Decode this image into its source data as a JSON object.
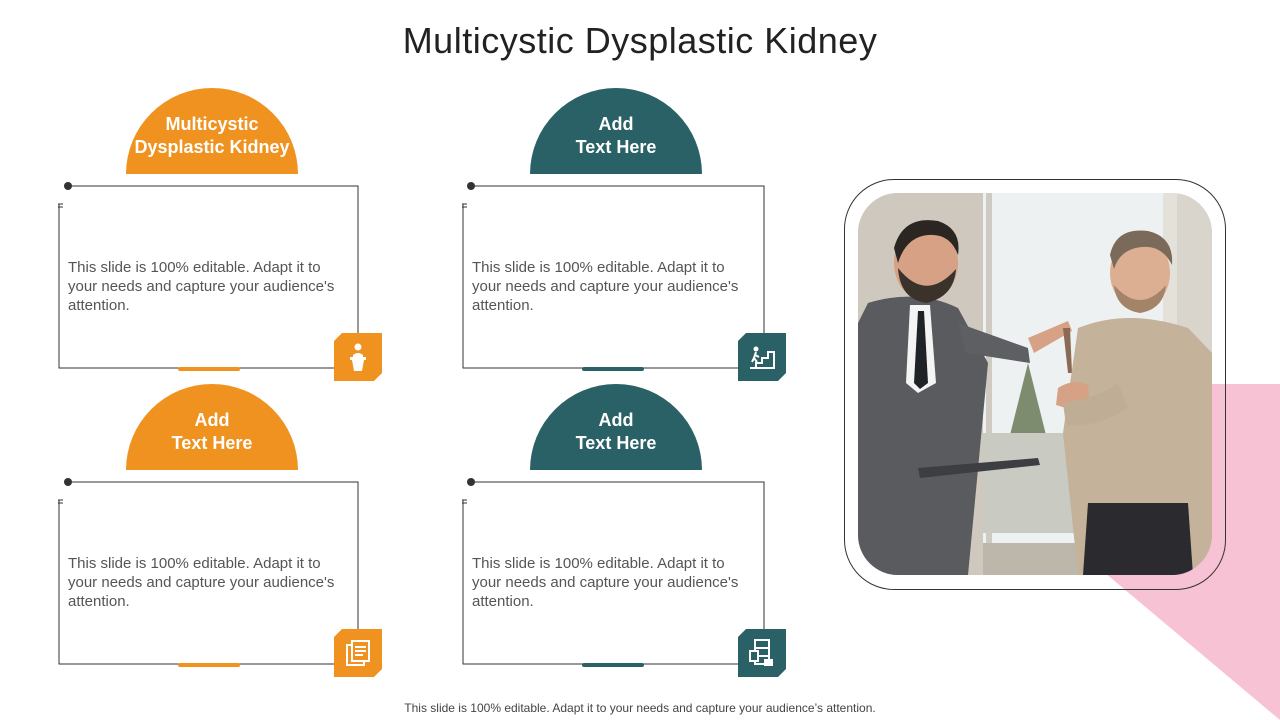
{
  "slide": {
    "title": "Multicystic Dysplastic Kidney",
    "footer": "This slide is 100% editable. Adapt it to your needs and capture your audience’s attention.",
    "colors": {
      "orange": "#f0921f",
      "teal": "#2a6167",
      "pink": "#f7c2d3"
    }
  },
  "cards": [
    {
      "heading": "Multicystic\nDysplastic Kidney",
      "text": "This slide is 100% editable. Adapt it to your needs and capture your audience's attention.",
      "icon": "presenter-podium-icon",
      "color": "orange"
    },
    {
      "heading": "Add\nText Here",
      "text": "This slide is 100% editable. Adapt it to your needs and capture your audience's attention.",
      "icon": "stairs-climb-icon",
      "color": "teal"
    },
    {
      "heading": "Add\nText Here",
      "text": "This slide is 100% editable. Adapt it to your needs and capture your audience's attention.",
      "icon": "document-stack-icon",
      "color": "orange"
    },
    {
      "heading": "Add\nText Here",
      "text": "This slide is 100% editable. Adapt it to your needs and capture your audience's attention.",
      "icon": "filing-cabinet-icon",
      "color": "teal"
    }
  ],
  "photo": {
    "subject": "businessman-handing-keys-photo"
  }
}
